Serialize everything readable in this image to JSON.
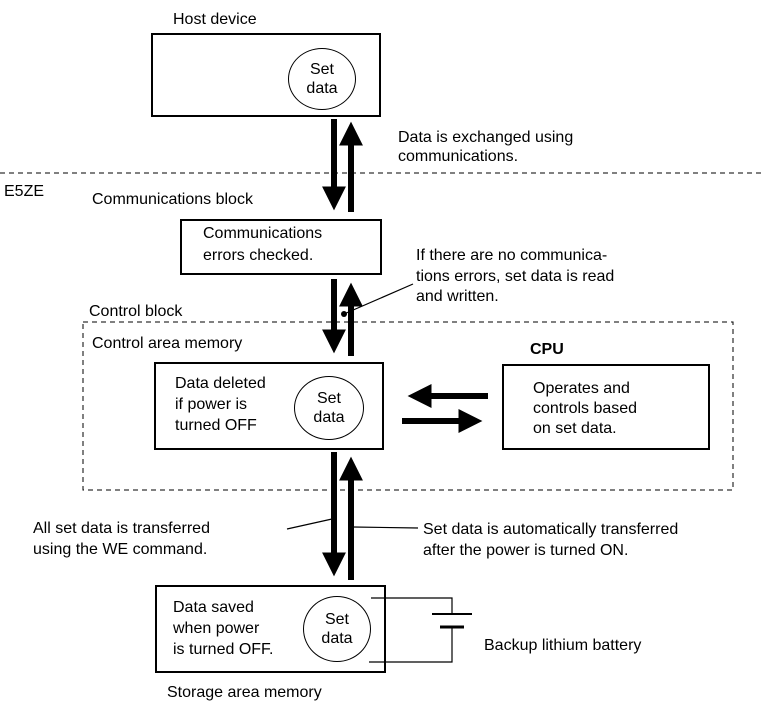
{
  "host": {
    "label": "Host device",
    "circle_line1": "Set",
    "circle_line2": "data"
  },
  "exchange_note": {
    "line1": "Data is exchanged using",
    "line2": "communications."
  },
  "e5ze_label": "E5ZE",
  "comm_block": {
    "label": "Communications block",
    "box_line1": "Communications",
    "box_line2": "errors checked."
  },
  "no_errors_note": {
    "line1": "If there are no communica-",
    "line2": "tions errors, set data is read",
    "line3": "and written."
  },
  "control_block": {
    "label": "Control block",
    "memory_label": "Control area memory",
    "box_line1": "Data deleted",
    "box_line2": "if power is",
    "box_line3": "turned OFF",
    "circle_line1": "Set",
    "circle_line2": "data"
  },
  "cpu": {
    "label": "CPU",
    "line1": "Operates and",
    "line2": "controls based",
    "line3": "on set data."
  },
  "we_note": {
    "line1": "All set data is transferred",
    "line2": "using the WE command."
  },
  "auto_note": {
    "line1": "Set data is automatically transferred",
    "line2": "after the power is turned ON."
  },
  "storage": {
    "box_line1": "Data saved",
    "box_line2": "when power",
    "box_line3": "is turned OFF.",
    "circle_line1": "Set",
    "circle_line2": "data",
    "label": "Storage area memory"
  },
  "battery_label": "Backup lithium battery"
}
